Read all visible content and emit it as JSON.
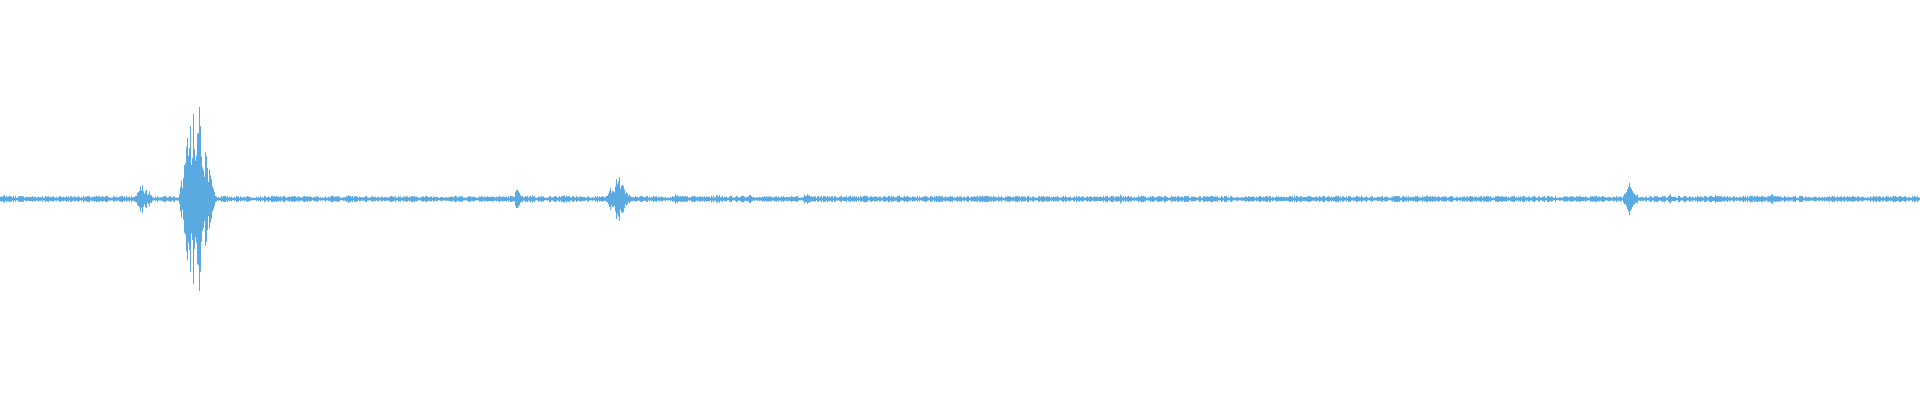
{
  "waveform": {
    "color": "#5aa9e0",
    "background": "#ffffff",
    "baseline_amplitude": 0.012,
    "events": [
      {
        "at": 0.003,
        "amp": 0.03
      },
      {
        "at": 0.016,
        "amp": 0.02
      },
      {
        "at": 0.074,
        "amp": 0.1
      },
      {
        "at": 0.077,
        "amp": 0.06
      },
      {
        "at": 0.1,
        "amp": 0.55
      },
      {
        "at": 0.103,
        "amp": 0.6
      },
      {
        "at": 0.105,
        "amp": 0.35
      },
      {
        "at": 0.108,
        "amp": 0.18
      },
      {
        "at": 0.182,
        "amp": 0.03
      },
      {
        "at": 0.254,
        "amp": 0.03
      },
      {
        "at": 0.269,
        "amp": 0.06
      },
      {
        "at": 0.277,
        "amp": 0.03
      },
      {
        "at": 0.294,
        "amp": 0.03
      },
      {
        "at": 0.318,
        "amp": 0.08
      },
      {
        "at": 0.322,
        "amp": 0.17
      },
      {
        "at": 0.326,
        "amp": 0.05
      },
      {
        "at": 0.345,
        "amp": 0.02
      },
      {
        "at": 0.352,
        "amp": 0.03
      },
      {
        "at": 0.374,
        "amp": 0.03
      },
      {
        "at": 0.39,
        "amp": 0.03
      },
      {
        "at": 0.398,
        "amp": 0.03
      },
      {
        "at": 0.42,
        "amp": 0.05
      },
      {
        "at": 0.508,
        "amp": 0.02
      },
      {
        "at": 0.583,
        "amp": 0.03
      },
      {
        "at": 0.61,
        "amp": 0.01
      },
      {
        "at": 0.635,
        "amp": 0.01
      },
      {
        "at": 0.745,
        "amp": 0.01
      },
      {
        "at": 0.834,
        "amp": 0.03
      },
      {
        "at": 0.849,
        "amp": 0.1
      },
      {
        "at": 0.87,
        "amp": 0.03
      },
      {
        "at": 0.894,
        "amp": 0.03
      },
      {
        "at": 0.922,
        "amp": 0.04
      },
      {
        "at": 0.975,
        "amp": 0.01
      }
    ]
  }
}
